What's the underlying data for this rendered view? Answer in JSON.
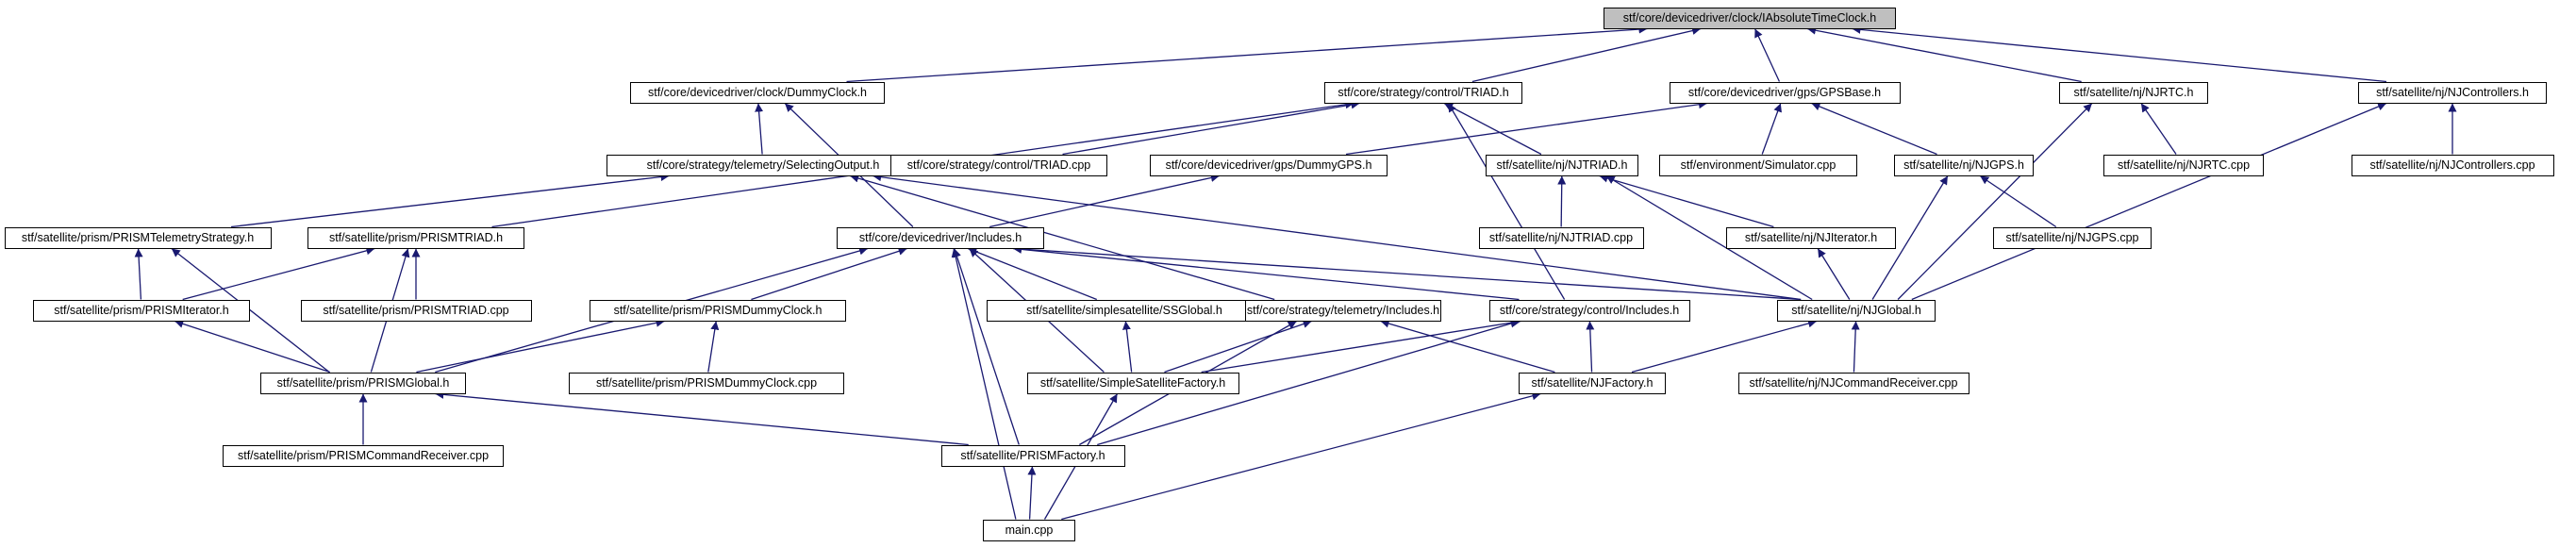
{
  "graph": {
    "nodes": [
      {
        "id": "root",
        "label": "stf/core/devicedriver/clock/IAbsoluteTimeClock.h",
        "root": true
      },
      {
        "id": "dummyclock",
        "label": "stf/core/devicedriver/clock/DummyClock.h"
      },
      {
        "id": "triad",
        "label": "stf/core/strategy/control/TRIAD.h"
      },
      {
        "id": "gpsbase",
        "label": "stf/core/devicedriver/gps/GPSBase.h"
      },
      {
        "id": "njrtc",
        "label": "stf/satellite/nj/NJRTC.h"
      },
      {
        "id": "njcontrollers",
        "label": "stf/satellite/nj/NJControllers.h"
      },
      {
        "id": "selectingoutput",
        "label": "stf/core/strategy/telemetry/SelectingOutput.h"
      },
      {
        "id": "triadcpp",
        "label": "stf/core/strategy/control/TRIAD.cpp"
      },
      {
        "id": "dummygps",
        "label": "stf/core/devicedriver/gps/DummyGPS.h"
      },
      {
        "id": "njtriad",
        "label": "stf/satellite/nj/NJTRIAD.h"
      },
      {
        "id": "simulatorcpp",
        "label": "stf/environment/Simulator.cpp"
      },
      {
        "id": "njgps",
        "label": "stf/satellite/nj/NJGPS.h"
      },
      {
        "id": "njrtccpp",
        "label": "stf/satellite/nj/NJRTC.cpp"
      },
      {
        "id": "njcontrollerscpp",
        "label": "stf/satellite/nj/NJControllers.cpp"
      },
      {
        "id": "prismtelemetry",
        "label": "stf/satellite/prism/PRISMTelemetryStrategy.h"
      },
      {
        "id": "prismtriad",
        "label": "stf/satellite/prism/PRISMTRIAD.h"
      },
      {
        "id": "ddincludes",
        "label": "stf/core/devicedriver/Includes.h"
      },
      {
        "id": "njtriadcpp",
        "label": "stf/satellite/nj/NJTRIAD.cpp"
      },
      {
        "id": "njiterator",
        "label": "stf/satellite/nj/NJIterator.h"
      },
      {
        "id": "njgpscpp",
        "label": "stf/satellite/nj/NJGPS.cpp"
      },
      {
        "id": "prismiterator",
        "label": "stf/satellite/prism/PRISMIterator.h"
      },
      {
        "id": "prismtriadcpp",
        "label": "stf/satellite/prism/PRISMTRIAD.cpp"
      },
      {
        "id": "prismdummyclock",
        "label": "stf/satellite/prism/PRISMDummyClock.h"
      },
      {
        "id": "ssglobal",
        "label": "stf/satellite/simplesatellite/SSGlobal.h"
      },
      {
        "id": "telincludes",
        "label": "stf/core/strategy/telemetry/Includes.h"
      },
      {
        "id": "ctrlincludes",
        "label": "stf/core/strategy/control/Includes.h"
      },
      {
        "id": "njglobal",
        "label": "stf/satellite/nj/NJGlobal.h"
      },
      {
        "id": "prismglobal",
        "label": "stf/satellite/prism/PRISMGlobal.h"
      },
      {
        "id": "prismdummyclockcpp",
        "label": "stf/satellite/prism/PRISMDummyClock.cpp"
      },
      {
        "id": "ssfactory",
        "label": "stf/satellite/SimpleSatelliteFactory.h"
      },
      {
        "id": "njfactory",
        "label": "stf/satellite/NJFactory.h"
      },
      {
        "id": "njcmdcpp",
        "label": "stf/satellite/nj/NJCommandReceiver.cpp"
      },
      {
        "id": "prismcmdcpp",
        "label": "stf/satellite/prism/PRISMCommandReceiver.cpp"
      },
      {
        "id": "prismfactory",
        "label": "stf/satellite/PRISMFactory.h"
      },
      {
        "id": "maincpp",
        "label": "main.cpp"
      }
    ],
    "edges": [
      {
        "from": "dummyclock",
        "to": "root"
      },
      {
        "from": "triad",
        "to": "root"
      },
      {
        "from": "gpsbase",
        "to": "root"
      },
      {
        "from": "njrtc",
        "to": "root"
      },
      {
        "from": "njcontrollers",
        "to": "root"
      },
      {
        "from": "selectingoutput",
        "to": "dummyclock"
      },
      {
        "from": "ddincludes",
        "to": "dummyclock"
      },
      {
        "from": "prismtriad",
        "to": "triad"
      },
      {
        "from": "triadcpp",
        "to": "triad"
      },
      {
        "from": "njtriad",
        "to": "triad"
      },
      {
        "from": "ctrlincludes",
        "to": "triad"
      },
      {
        "from": "dummygps",
        "to": "gpsbase"
      },
      {
        "from": "simulatorcpp",
        "to": "gpsbase"
      },
      {
        "from": "njgps",
        "to": "gpsbase"
      },
      {
        "from": "njrtccpp",
        "to": "njrtc"
      },
      {
        "from": "njglobal",
        "to": "njrtc"
      },
      {
        "from": "njcontrollerscpp",
        "to": "njcontrollers"
      },
      {
        "from": "njglobal",
        "to": "njcontrollers"
      },
      {
        "from": "prismtelemetry",
        "to": "selectingoutput"
      },
      {
        "from": "telincludes",
        "to": "selectingoutput"
      },
      {
        "from": "njglobal",
        "to": "selectingoutput"
      },
      {
        "from": "ddincludes",
        "to": "dummygps"
      },
      {
        "from": "njtriadcpp",
        "to": "njtriad"
      },
      {
        "from": "njiterator",
        "to": "njtriad"
      },
      {
        "from": "njglobal",
        "to": "njtriad"
      },
      {
        "from": "njgpscpp",
        "to": "njgps"
      },
      {
        "from": "njglobal",
        "to": "njgps"
      },
      {
        "from": "prismiterator",
        "to": "prismtelemetry"
      },
      {
        "from": "prismglobal",
        "to": "prismtelemetry"
      },
      {
        "from": "prismiterator",
        "to": "prismtriad"
      },
      {
        "from": "prismtriadcpp",
        "to": "prismtriad"
      },
      {
        "from": "prismglobal",
        "to": "prismtriad"
      },
      {
        "from": "prismglobal",
        "to": "ddincludes"
      },
      {
        "from": "prismdummyclock",
        "to": "ddincludes"
      },
      {
        "from": "ssglobal",
        "to": "ddincludes"
      },
      {
        "from": "ssfactory",
        "to": "ddincludes"
      },
      {
        "from": "prismfactory",
        "to": "ddincludes"
      },
      {
        "from": "maincpp",
        "to": "ddincludes"
      },
      {
        "from": "ctrlincludes",
        "to": "ddincludes"
      },
      {
        "from": "njglobal",
        "to": "ddincludes"
      },
      {
        "from": "njglobal",
        "to": "njiterator"
      },
      {
        "from": "prismglobal",
        "to": "prismiterator"
      },
      {
        "from": "prismglobal",
        "to": "prismdummyclock"
      },
      {
        "from": "prismdummyclockcpp",
        "to": "prismdummyclock"
      },
      {
        "from": "ssfactory",
        "to": "ssglobal"
      },
      {
        "from": "ssfactory",
        "to": "telincludes"
      },
      {
        "from": "prismfactory",
        "to": "telincludes"
      },
      {
        "from": "njfactory",
        "to": "telincludes"
      },
      {
        "from": "ssfactory",
        "to": "ctrlincludes"
      },
      {
        "from": "prismfactory",
        "to": "ctrlincludes"
      },
      {
        "from": "njfactory",
        "to": "ctrlincludes"
      },
      {
        "from": "njfactory",
        "to": "njglobal"
      },
      {
        "from": "njcmdcpp",
        "to": "njglobal"
      },
      {
        "from": "prismcmdcpp",
        "to": "prismglobal"
      },
      {
        "from": "prismfactory",
        "to": "prismglobal"
      },
      {
        "from": "maincpp",
        "to": "ssfactory"
      },
      {
        "from": "maincpp",
        "to": "njfactory"
      },
      {
        "from": "maincpp",
        "to": "prismfactory"
      }
    ]
  }
}
